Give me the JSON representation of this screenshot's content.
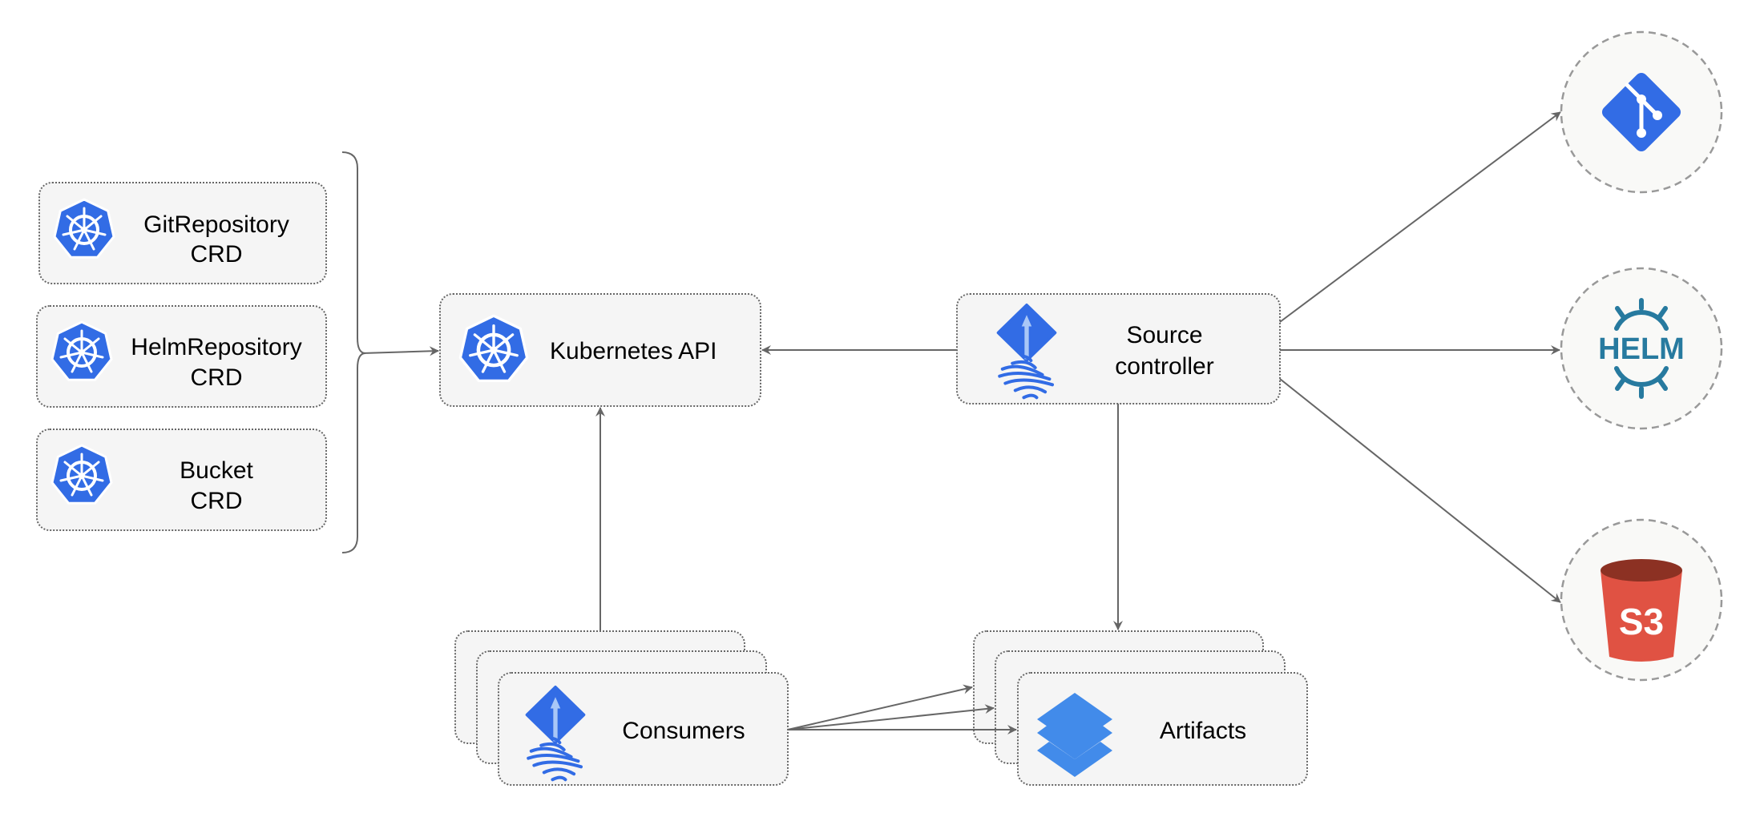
{
  "crds": [
    {
      "line1": "GitRepository",
      "line2": "CRD",
      "icon": "kubernetes-icon"
    },
    {
      "line1": "HelmRepository",
      "line2": "CRD",
      "icon": "kubernetes-icon"
    },
    {
      "line1": "Bucket",
      "line2": "CRD",
      "icon": "kubernetes-icon"
    }
  ],
  "kubernetes_api": {
    "label": "Kubernetes API",
    "icon": "kubernetes-icon"
  },
  "source_controller": {
    "line1": "Source",
    "line2": "controller",
    "icon": "flux-icon"
  },
  "consumers": {
    "label": "Consumers",
    "icon": "flux-icon"
  },
  "artifacts": {
    "label": "Artifacts",
    "icon": "layers-icon"
  },
  "sources": [
    {
      "icon": "git-icon"
    },
    {
      "icon": "helm-icon",
      "label": "HELM"
    },
    {
      "icon": "s3-bucket-icon",
      "label": "S3"
    }
  ],
  "colors": {
    "kubernetes_blue": "#326ce5",
    "helm_teal": "#277a9f",
    "s3_red": "#e05243",
    "s3_dark": "#8c3123",
    "layers_blue": "#428bea",
    "edge": "#666666"
  }
}
